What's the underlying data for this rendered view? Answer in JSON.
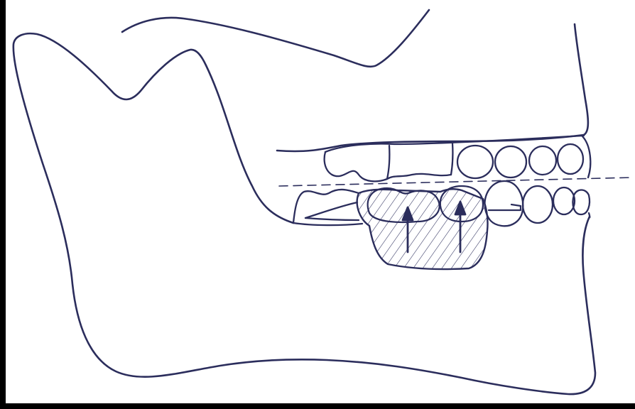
{
  "figure": {
    "colors": {
      "paper": "#ffffff",
      "ink": "#2b2d5c",
      "frame": "#000000"
    },
    "elements": {
      "mandible": "mandible-outline",
      "skull": "maxilla-outline",
      "upper_teeth": "upper-dentition",
      "lower_teeth": "lower-dentition",
      "occlusal_plane": "dashed-occlusal-plane",
      "hatched_region": "hatched-block",
      "arrows": 2
    }
  }
}
